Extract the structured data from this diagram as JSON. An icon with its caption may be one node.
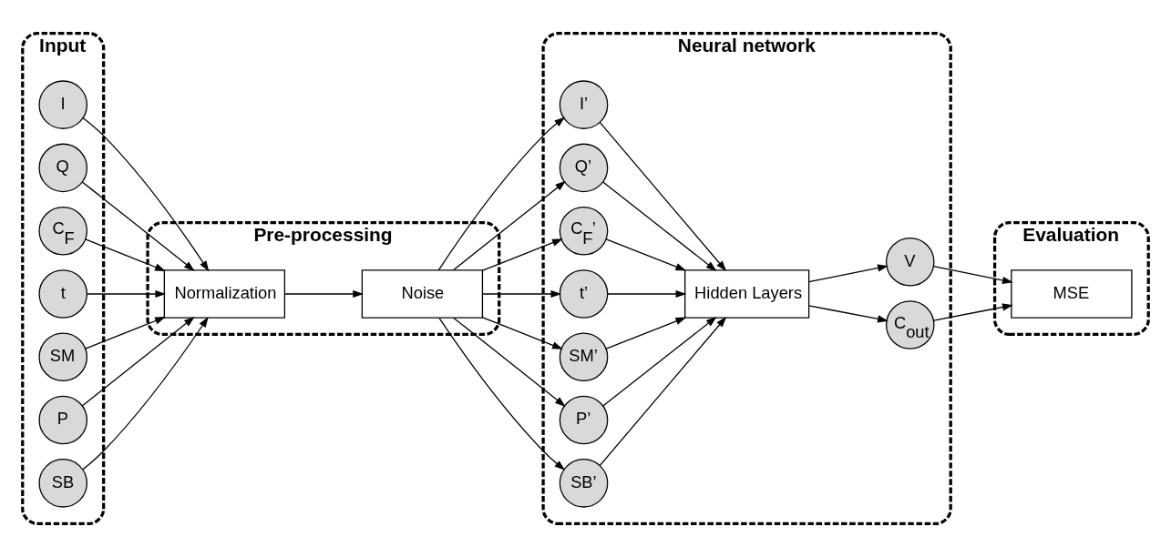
{
  "diagram": {
    "nodes": [
      {
        "text": [
          "Input"
        ]
      },
      {
        "text": [
          "I"
        ],
        "in": 0
      },
      {
        "text": [
          "Q"
        ],
        "in": 0
      },
      {
        "text": [
          "C$_{F}$"
        ],
        "in": 0
      },
      {
        "text": [
          "t"
        ],
        "in": 0
      },
      {
        "text": [
          "SM"
        ],
        "in": 0
      },
      {
        "text": [
          "P"
        ],
        "in": 0
      },
      {
        "text": [
          "SB"
        ],
        "in": 0
      },
      {
        "text": [
          "Pre-processing"
        ]
      },
      {
        "text": [
          "Normalization"
        ],
        "in": 8
      },
      {
        "text": [
          "Noise"
        ],
        "in": 8
      },
      {
        "text": [
          "Neural network"
        ]
      },
      {
        "text": [
          "I’"
        ],
        "in": 11
      },
      {
        "text": [
          "Q’"
        ],
        "in": 11
      },
      {
        "text": [
          "C$_{F}$’"
        ],
        "in": 11
      },
      {
        "text": [
          "t’"
        ],
        "in": 11
      },
      {
        "text": [
          "SM’"
        ],
        "in": 11
      },
      {
        "text": [
          "P’"
        ],
        "in": 11
      },
      {
        "text": [
          "SB’"
        ],
        "in": 11
      },
      {
        "text": [
          "Hidden Layers"
        ],
        "in": 11
      },
      {
        "text": [
          "C$_{out}$"
        ],
        "in": 11
      },
      {
        "text": [
          "V"
        ],
        "in": 11
      },
      {
        "text": [
          "Evaluation"
        ]
      },
      {
        "text": [
          "MSE"
        ],
        "in": 22
      }
    ],
    "edges": [
      {
        "from": 1,
        "to": 9,
        "arrow": "to"
      },
      {
        "from": 2,
        "to": 9,
        "arrow": "to"
      },
      {
        "from": 3,
        "to": 9,
        "arrow": "to"
      },
      {
        "from": 4,
        "to": 9,
        "arrow": "to"
      },
      {
        "from": 5,
        "to": 9,
        "arrow": "to"
      },
      {
        "from": 6,
        "to": 9,
        "arrow": "to"
      },
      {
        "from": 7,
        "to": 9,
        "arrow": "to"
      },
      {
        "from": 9,
        "to": 10,
        "arrow": "to"
      },
      {
        "from": 10,
        "to": 12,
        "arrow": "to"
      },
      {
        "from": 10,
        "to": 13,
        "arrow": "to"
      },
      {
        "from": 10,
        "to": 14,
        "arrow": "to"
      },
      {
        "from": 10,
        "to": 15,
        "arrow": "to"
      },
      {
        "from": 10,
        "to": 16,
        "arrow": "to"
      },
      {
        "from": 10,
        "to": 17,
        "arrow": "to"
      },
      {
        "from": 10,
        "to": 18,
        "arrow": "to"
      },
      {
        "from": 12,
        "to": 19,
        "arrow": "to"
      },
      {
        "from": 13,
        "to": 19,
        "arrow": "to"
      },
      {
        "from": 14,
        "to": 19,
        "arrow": "to"
      },
      {
        "from": 15,
        "to": 19,
        "arrow": "to"
      },
      {
        "from": 16,
        "to": 19,
        "arrow": "to"
      },
      {
        "from": 17,
        "to": 19,
        "arrow": "to"
      },
      {
        "from": 18,
        "to": 19,
        "arrow": "to"
      },
      {
        "from": 19,
        "to": 20,
        "arrow": "to"
      },
      {
        "from": 19,
        "to": 21,
        "arrow": "to"
      },
      {
        "from": 20,
        "to": 23,
        "arrow": "to"
      },
      {
        "from": 21,
        "to": 23,
        "arrow": "to"
      }
    ]
  }
}
